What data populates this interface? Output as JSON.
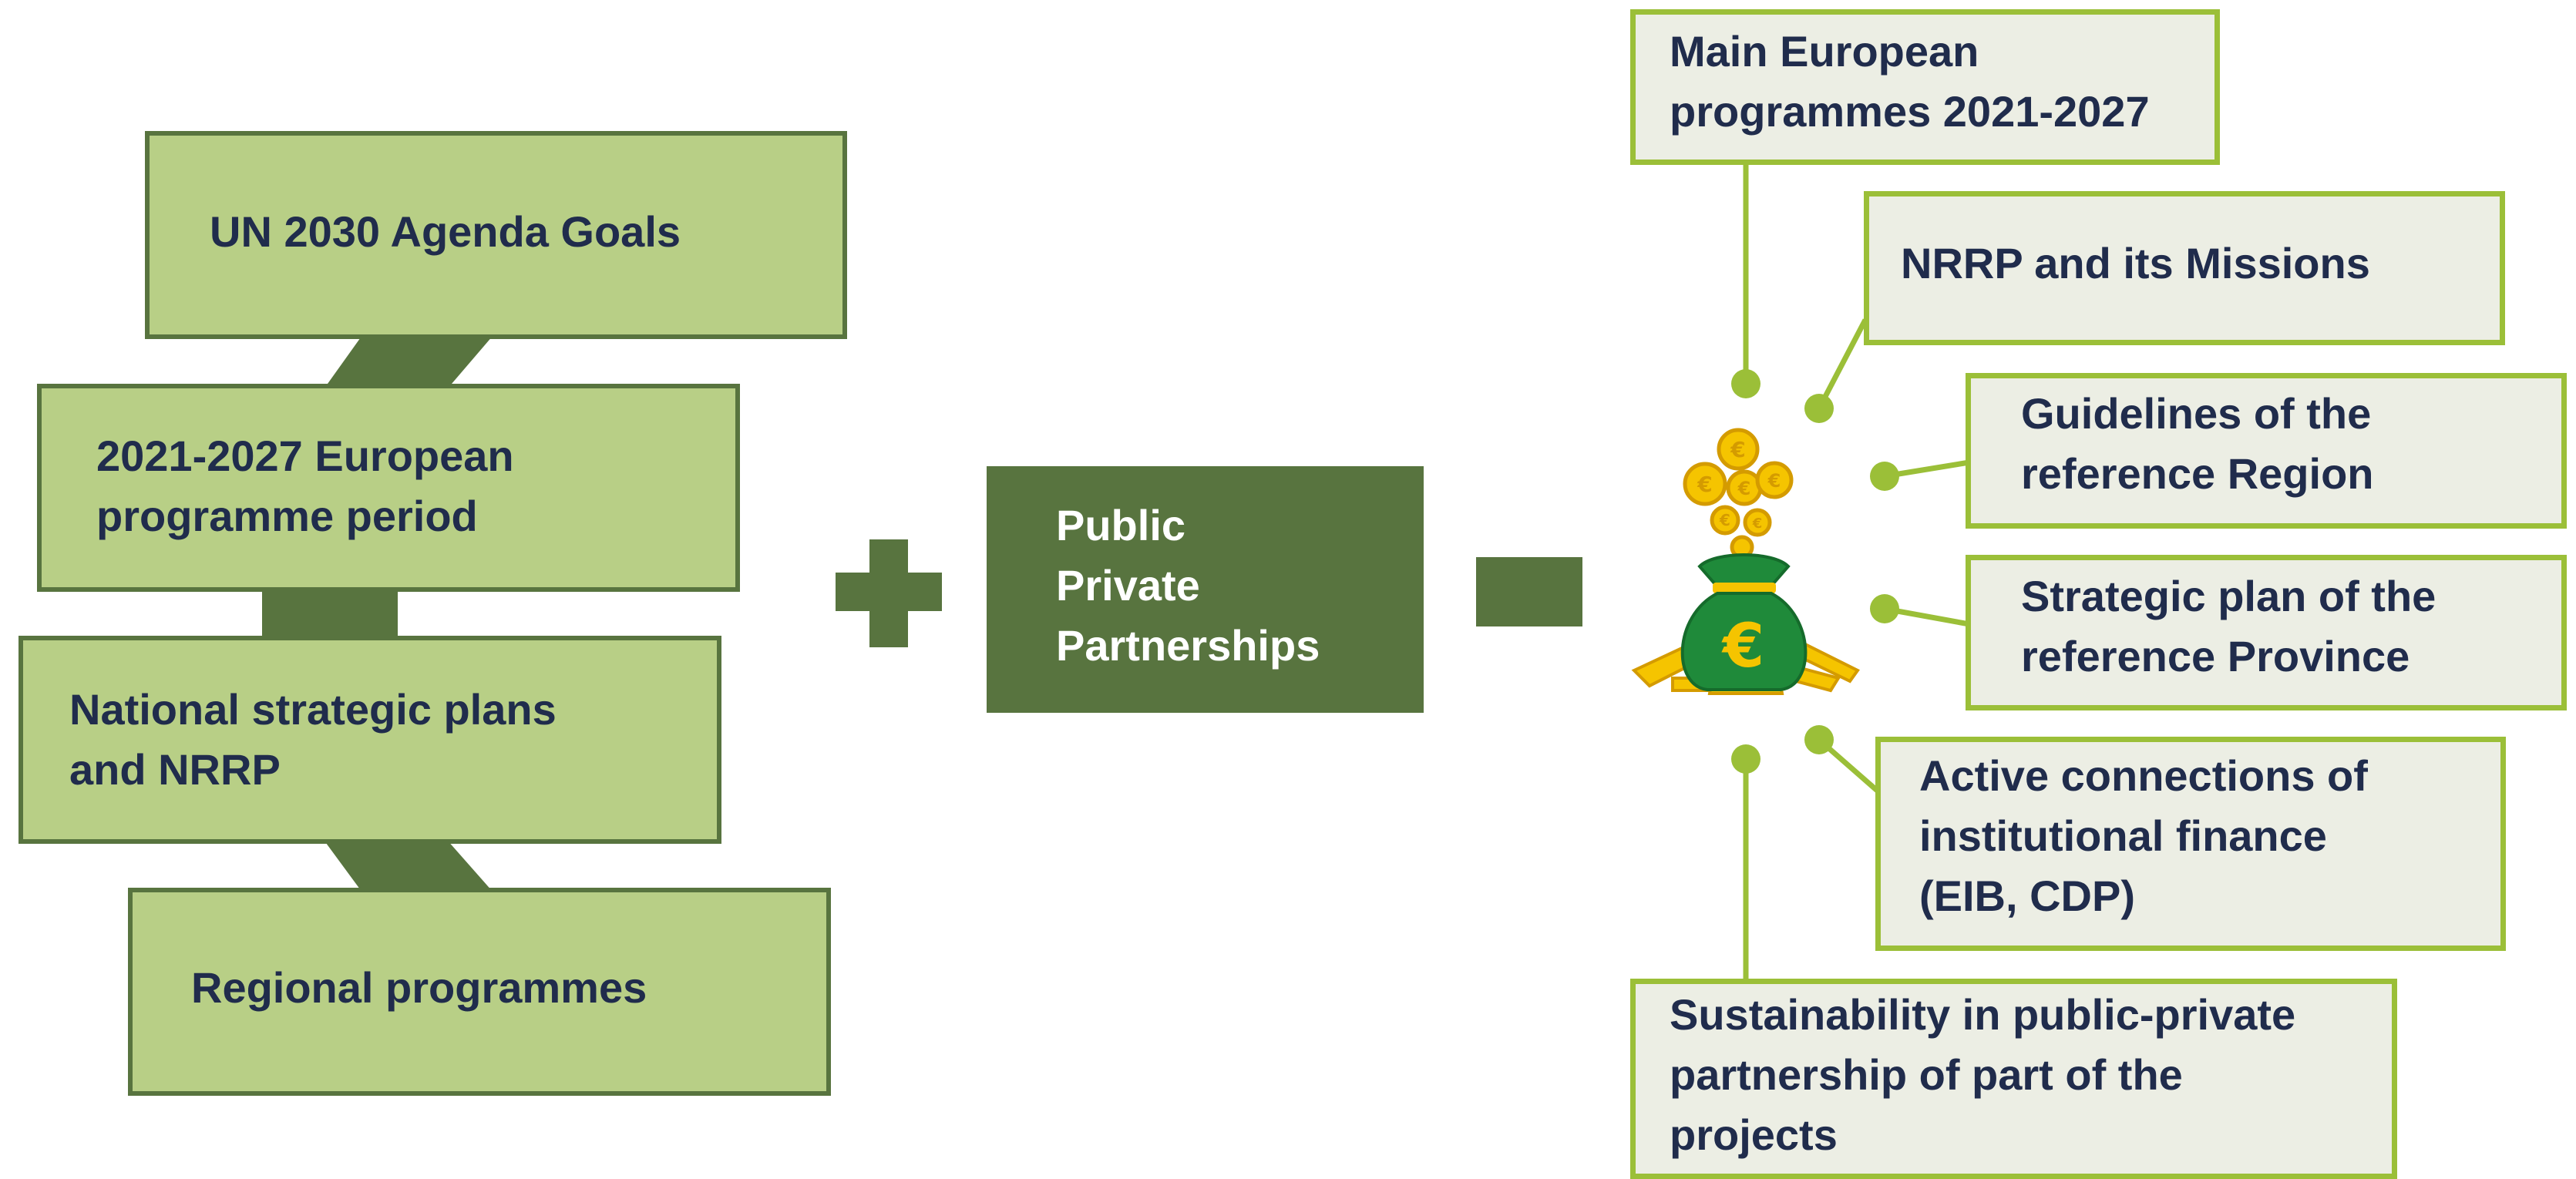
{
  "left_chain": {
    "items": [
      {
        "label": "UN 2030 Agenda Goals"
      },
      {
        "label": "2021-2027 European\nprogramme period"
      },
      {
        "label": "National strategic plans\nand NRRP"
      },
      {
        "label": "Regional programmes"
      }
    ]
  },
  "operators": {
    "plus": "+",
    "equals": "="
  },
  "center": {
    "label": "Public\nPrivate\nPartnerships"
  },
  "hub": {
    "icon": "money-bag-euro-icon",
    "symbol": "€"
  },
  "right_items": [
    {
      "label": "Main European\nprogrammes 2021-2027"
    },
    {
      "label": "NRRP and its Missions"
    },
    {
      "label": "Guidelines of the\nreference Region"
    },
    {
      "label": "Strategic plan of the\nreference Province"
    },
    {
      "label": "Active connections of\ninstitutional finance\n(EIB, CDP)"
    },
    {
      "label": "Sustainability in public-private\npartnership of part of the\nprojects"
    }
  ],
  "colors": {
    "left_fill": "#b8cf86",
    "dark_green": "#58743f",
    "right_fill": "#eceee4",
    "lime": "#9bbf38",
    "text": "#202c4c",
    "gold": "#f5c400"
  }
}
